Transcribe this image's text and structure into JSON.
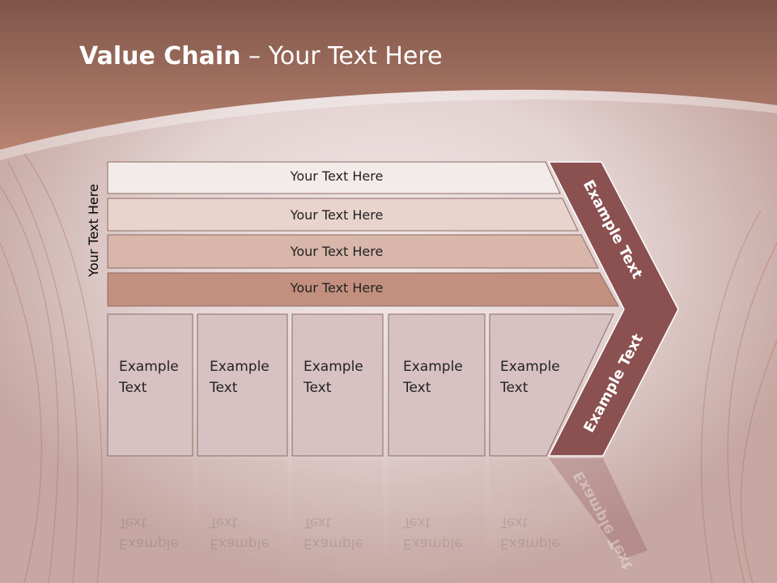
{
  "title": {
    "bold": "Value Chain",
    "rest": " – Your Text Here"
  },
  "side_label": "Your Text Here",
  "rows": [
    {
      "label": "Your Text Here"
    },
    {
      "label": "Your Text Here"
    },
    {
      "label": "Your Text Here"
    },
    {
      "label": "Your Text Here"
    }
  ],
  "boxes": [
    {
      "line1": "Example",
      "line2": "Text"
    },
    {
      "line1": "Example",
      "line2": "Text"
    },
    {
      "line1": "Example",
      "line2": "Text"
    },
    {
      "line1": "Example",
      "line2": "Text"
    },
    {
      "line1": "Example",
      "line2": "Text"
    }
  ],
  "chevron": {
    "upper": "Example Text",
    "lower": "Example Text"
  },
  "colors": {
    "header": "#a06a5a",
    "chevron": "#8b5050",
    "row1": "#f3ebea",
    "row2": "#e8d3cd",
    "row3": "#d9b6aa",
    "row4": "#c38f7e",
    "box": "#d8c1c3"
  }
}
